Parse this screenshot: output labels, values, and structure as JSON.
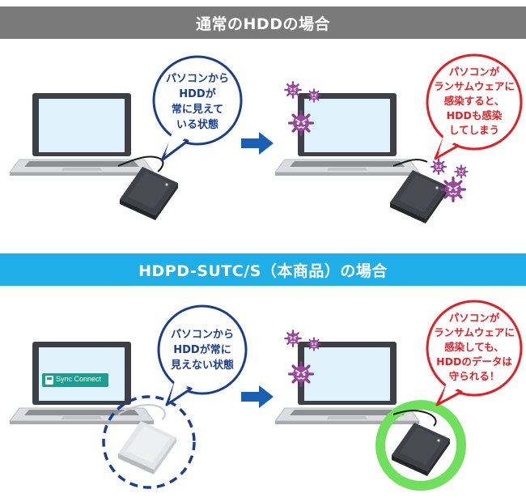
{
  "top": {
    "banner_title": "通常のHDDの場合",
    "blue_bubble": [
      "パソコンから",
      "HDDが",
      "常に見えて",
      "いる状態"
    ],
    "red_bubble": [
      "パソコンが",
      "ランサムウェアに",
      "感染すると、",
      "HDDも感染",
      "してしまう"
    ]
  },
  "bottom": {
    "banner_title": "HDPD-SUTC/S（本商品）の場合",
    "blue_bubble": [
      "パソコンから",
      "HDDが常に",
      "見えない状態"
    ],
    "red_bubble": [
      "パソコンが",
      "ランサムウェアに",
      "感染しても、",
      "HDDのデータは",
      "守られる！"
    ],
    "screen_app_label": "Sync Connect"
  },
  "colors": {
    "top_banner": "#7a7a7a",
    "bottom_banner": "#1eaee8",
    "blue_accent": "#1a3e8c",
    "red_accent": "#e41e25",
    "arrow": "#1a5fb4",
    "safe_ring": "#6ee05c",
    "virus": "#8a3c8c"
  },
  "icons": [
    "laptop-icon",
    "external-hdd-icon",
    "virus-icon",
    "right-arrow-icon",
    "safe-ring-icon",
    "sync-connect-icon"
  ]
}
